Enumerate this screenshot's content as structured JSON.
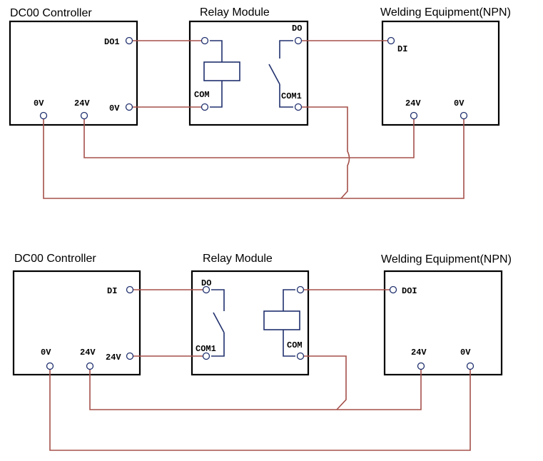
{
  "diagram1": {
    "controller": {
      "title": "DC00 Controller",
      "pins": {
        "do1": "DO1",
        "ov_right": "0V",
        "ov_bottom": "0V",
        "v24_bottom": "24V"
      }
    },
    "relay": {
      "title": "Relay Module",
      "pins": {
        "do": "DO",
        "com": "COM",
        "com1": "COM1"
      }
    },
    "welder": {
      "title": "Welding Equipment(NPN)",
      "pins": {
        "di": "DI",
        "v24": "24V",
        "ov": "0V"
      }
    }
  },
  "diagram2": {
    "controller": {
      "title": "DC00 Controller",
      "pins": {
        "di": "DI",
        "v24_right": "24V",
        "ov_bottom": "0V",
        "v24_bottom": "24V"
      }
    },
    "relay": {
      "title": "Relay Module",
      "pins": {
        "do": "DO",
        "com1": "COM1",
        "com": "COM"
      }
    },
    "welder": {
      "title": "Welding Equipment(NPN)",
      "pins": {
        "doi": "DOI",
        "v24": "24V",
        "ov": "0V"
      }
    }
  },
  "colors": {
    "wire": "#a5504a",
    "terminal": "#20306e",
    "box": "#000000"
  }
}
